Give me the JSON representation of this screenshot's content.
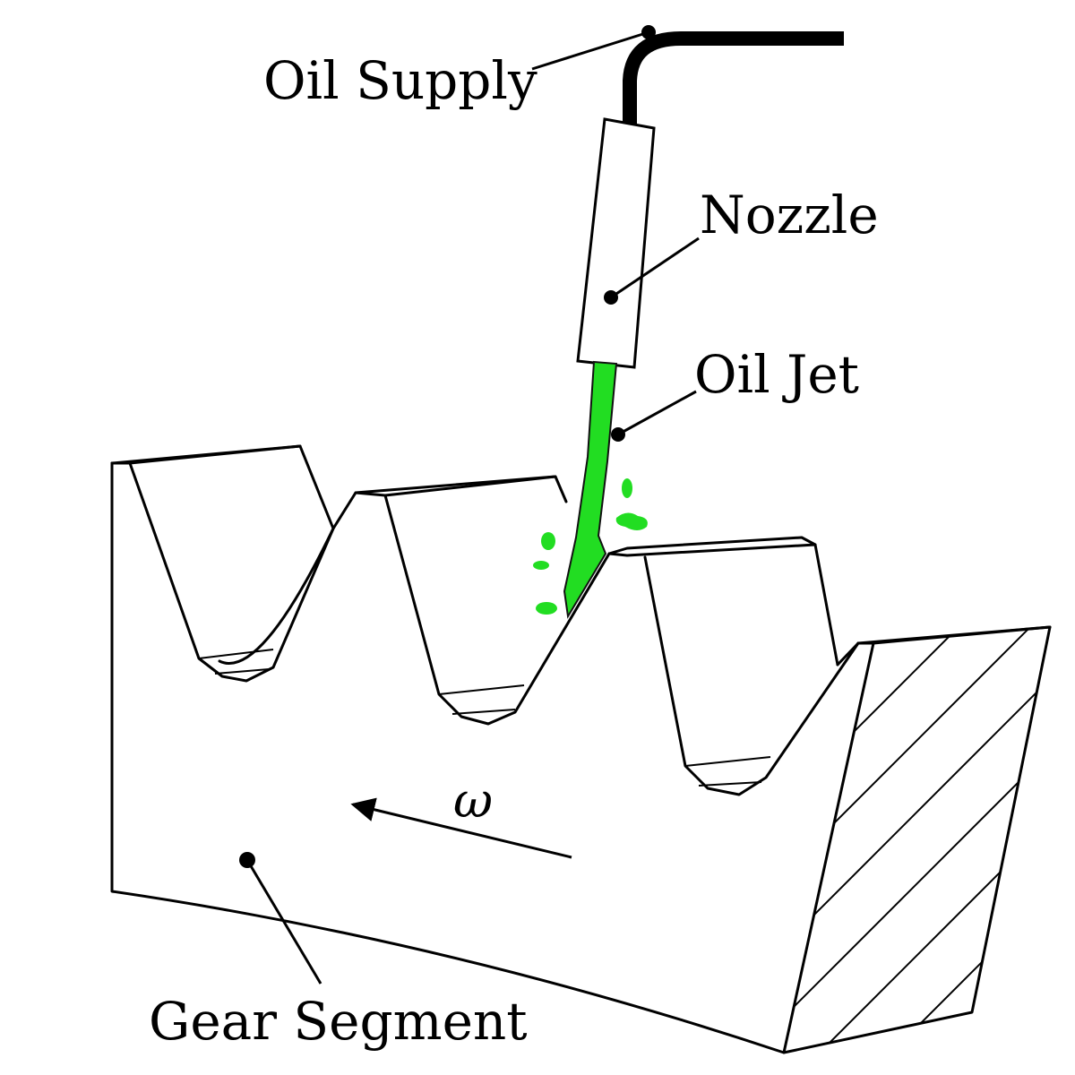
{
  "labels": {
    "oil_supply": "Oil Supply",
    "nozzle": "Nozzle",
    "oil_jet": "Oil Jet",
    "gear_segment": "Gear Segment",
    "rotation_symbol": "ω"
  },
  "colors": {
    "oil": "#22dd22",
    "line": "#000000",
    "background": "#ffffff"
  }
}
